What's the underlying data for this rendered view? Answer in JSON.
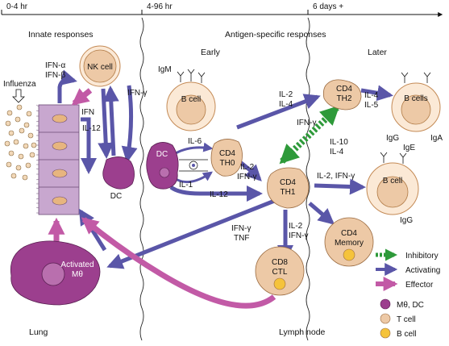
{
  "timeline": {
    "t1": "0-4 hr",
    "t2": "4-96 hr",
    "t3": "6 days +"
  },
  "sections": {
    "innate": "Innate responses",
    "antigen": "Antigen-specific responses",
    "early": "Early",
    "later": "Later"
  },
  "regions": {
    "lung": "Lung",
    "lymph_node": "Lymph node"
  },
  "virus": "Influenza",
  "cells": {
    "nk": "NK cell",
    "dc_lung": "DC",
    "macrophage": [
      "Activated",
      "Mθ"
    ],
    "b_cell_early": "B cell",
    "dc_ln": "DC",
    "cd4_th0": [
      "CD4",
      "TH0"
    ],
    "cd4_th1": [
      "CD4",
      "TH1"
    ],
    "cd4_th2": [
      "CD4",
      "TH2"
    ],
    "cd4_memory": [
      "CD4",
      "Memory"
    ],
    "cd8_ctl": [
      "CD8",
      "CTL"
    ],
    "b_cells_later": "B cells",
    "b_cell_later": "B cell"
  },
  "labels": {
    "ifn_ab": [
      "IFN-α",
      "IFN-β"
    ],
    "ifn": "IFN",
    "il12_lung": "IL-12",
    "ifng_nk": "IFN-γ",
    "igm": "IgM",
    "il6": "IL-6",
    "il1": "IL-1",
    "il12_ln": "IL-12",
    "il2_ifng_th0": [
      "IL-2",
      "IFN-γ"
    ],
    "il2_il4": [
      "IL-2",
      "IL-4"
    ],
    "ifng_inhib": "IFN-γ",
    "il10_il4": [
      "IL-10",
      "IL-4"
    ],
    "il4_il5": [
      "IL-4",
      "IL-5"
    ],
    "igg_top": "IgG",
    "ige": "IgE",
    "iga": "IgA",
    "il2_ifng_bcell": "IL-2, IFN-γ",
    "igg_bottom": "IgG",
    "ifng_tnf": [
      "IFN-γ",
      "TNF"
    ],
    "il2_ifng_cd8": [
      "IL-2",
      "IFN-γ"
    ]
  },
  "legend": {
    "arrows": [
      {
        "label": "Inhibitory",
        "style": "dashed-green"
      },
      {
        "label": "Activating",
        "style": "blue"
      },
      {
        "label": "Effector",
        "style": "magenta"
      }
    ],
    "cells": [
      {
        "label": "Mθ, DC",
        "color": "#9c3f8e"
      },
      {
        "label": "T cell",
        "color": "#edc9a6"
      },
      {
        "label": "B cell",
        "color": "#f5c33b"
      }
    ]
  },
  "colors": {
    "activating": "#5a56a8",
    "effector": "#c25aa6",
    "inhibitory": "#2e9a3a",
    "t_cell": "#edc9a6",
    "b_cell": "#f5c33b",
    "macrophage_dc": "#9c3f8e",
    "epithelium": "#c8a7cf"
  }
}
